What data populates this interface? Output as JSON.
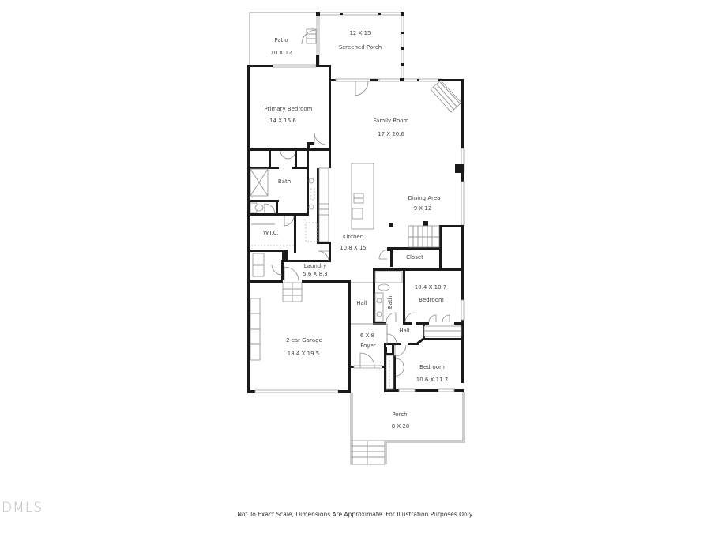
{
  "floorplan": {
    "rooms": {
      "patio": {
        "name": "Patio",
        "dims": "10 X 12"
      },
      "screened_porch": {
        "name": "Screened Porch",
        "dims": "12 X 15"
      },
      "primary_bedroom": {
        "name": "Primary Bedroom",
        "dims": "14 X 15.6"
      },
      "family_room": {
        "name": "Family Room",
        "dims": "17 X 20.6"
      },
      "primary_bath": {
        "name": "Bath"
      },
      "dining_area": {
        "name": "Dining Area",
        "dims": "9 X 12"
      },
      "wic": {
        "name": "W.I.C."
      },
      "kitchen": {
        "name": "Kitchen",
        "dims": "10.8 X 15"
      },
      "closet": {
        "name": "Closet"
      },
      "laundry": {
        "name": "Laundry",
        "dims": "5.6 X 8.3"
      },
      "hall_1": {
        "name": "Hall"
      },
      "bath_2": {
        "name": "Bath"
      },
      "bedroom_2": {
        "name": "Bedroom",
        "dims": "10.4 X 10.7"
      },
      "hall_2": {
        "name": "Hall"
      },
      "garage": {
        "name": "2-car Garage",
        "dims": "18.4 X 19.5"
      },
      "foyer": {
        "name": "Foyer",
        "dims": "6 X 8"
      },
      "bedroom_3": {
        "name": "Bedroom",
        "dims": "10.6 X 11.7"
      },
      "porch": {
        "name": "Porch",
        "dims": "8 X 20"
      }
    }
  },
  "watermark": "DMLS",
  "disclaimer": "Not To Exact Scale, Dimensions Are Approximate. For Illustration Purposes Only.",
  "colors": {
    "wall": "#1a1a1a",
    "text": "#444444",
    "thin_line": "#9a9a9a"
  }
}
